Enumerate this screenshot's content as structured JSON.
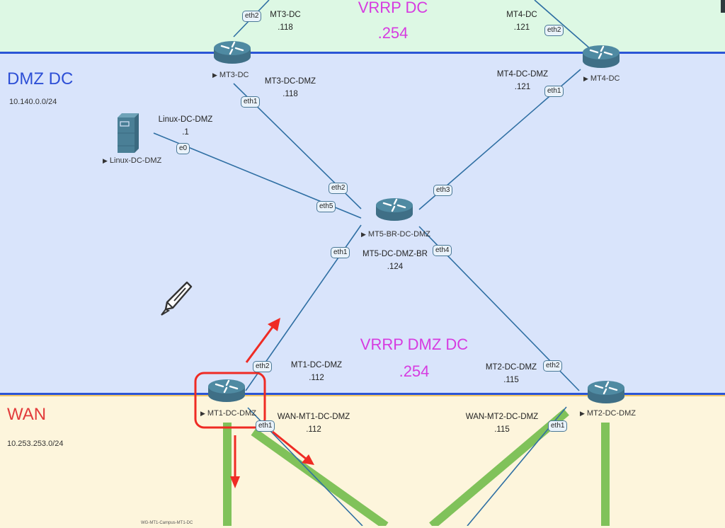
{
  "zones": {
    "dc": {
      "title": "VRRP DC",
      "vrrp": ".254",
      "color": "#ddf8e4"
    },
    "dmz": {
      "title": "DMZ DC",
      "subnet": "10.140.0.0/24",
      "color": "#d9e4fb",
      "title_color": "#2d4fd6"
    },
    "wan": {
      "title": "WAN",
      "subnet": "10.253.253.0/24",
      "color": "#fdf5dc",
      "title_color": "#e23b3b"
    }
  },
  "vrrp_dmz": {
    "title": "VRRP DMZ DC",
    "vip": ".254",
    "color": "#d63be0"
  },
  "nodes": {
    "mt3": {
      "label": "MT3-DC"
    },
    "mt4": {
      "label": "MT4-DC"
    },
    "linux": {
      "label": "Linux-DC-DMZ"
    },
    "mt5": {
      "label": "MT5-BR-DC-DMZ"
    },
    "mt1": {
      "label": "MT1-DC-DMZ"
    },
    "mt2": {
      "label": "MT2-DC-DMZ"
    }
  },
  "iface_labels": {
    "mt3_dc": {
      "name": "MT3-DC",
      "ip": ".118"
    },
    "mt3_dmz": {
      "name": "MT3-DC-DMZ",
      "ip": ".118"
    },
    "mt4_dc": {
      "name": "MT4-DC",
      "ip": ".121"
    },
    "mt4_dmz": {
      "name": "MT4-DC-DMZ",
      "ip": ".121"
    },
    "linux": {
      "name": "Linux-DC-DMZ",
      "ip": ".1"
    },
    "mt5": {
      "name": "MT5-DC-DMZ-BR",
      "ip": ".124"
    },
    "mt1_dmz": {
      "name": "MT1-DC-DMZ",
      "ip": ".112"
    },
    "mt2_dmz": {
      "name": "MT2-DC-DMZ",
      "ip": ".115"
    },
    "mt1_wan": {
      "name": "WAN-MT1-DC-DMZ",
      "ip": ".112"
    },
    "mt2_wan": {
      "name": "WAN-MT2-DC-DMZ",
      "ip": ".115"
    },
    "wg": {
      "name": "WG-MT1-Campus-MT1-DC"
    }
  },
  "ports": {
    "mt3_eth2": "eth2",
    "mt3_eth1": "eth1",
    "mt4_eth2": "eth2",
    "mt4_eth1": "eth1",
    "linux_e0": "e0",
    "mt5_eth2": "eth2",
    "mt5_eth5": "eth5",
    "mt5_eth3": "eth3",
    "mt5_eth1": "eth1",
    "mt5_eth4": "eth4",
    "mt1_eth2": "eth2",
    "mt1_eth1": "eth1",
    "mt2_eth2": "eth2",
    "mt2_eth1": "eth1"
  },
  "colors": {
    "link": "#2f6fa3",
    "tunnel": "#80c25a",
    "router": "#4a7f96",
    "annotation": "#ef2b24"
  }
}
